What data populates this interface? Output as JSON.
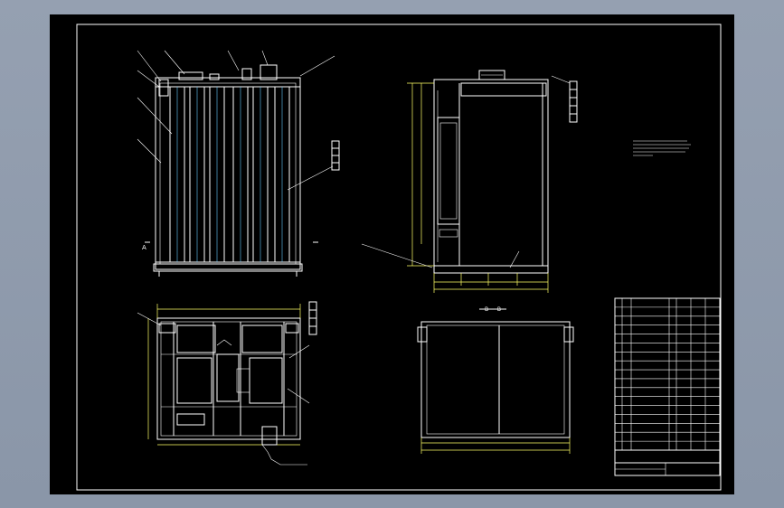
{
  "viewport": {
    "background": "#8f9aab"
  },
  "sheet": {
    "background": "#000000",
    "line_color": "#ffffff",
    "dimension_color": "#ffff66"
  },
  "notes": {
    "lines": [
      "",
      "",
      "",
      ""
    ]
  },
  "labels": {
    "section_a": "A",
    "section_b": "B",
    "view_b": "B — B"
  },
  "title_block": {
    "drawing_title": "",
    "rows": 17
  }
}
